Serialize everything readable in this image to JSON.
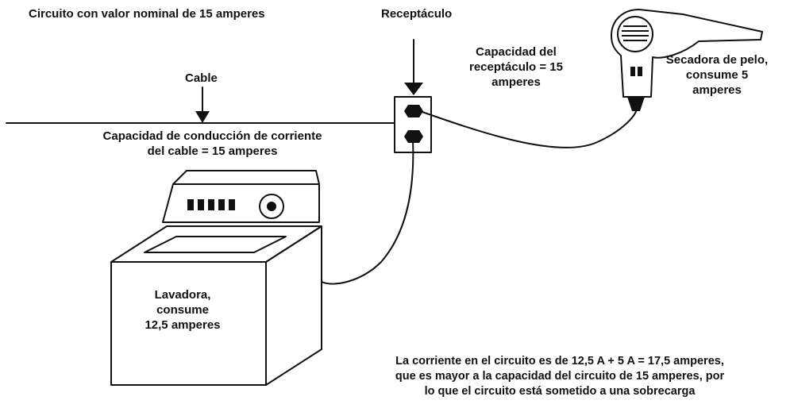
{
  "labels": {
    "circuit_rating": "Circuito con valor nominal de 15 amperes",
    "receptacle": "Receptáculo",
    "receptacle_capacity": [
      "Capacidad del",
      "receptáculo = 15",
      "amperes"
    ],
    "hair_dryer": [
      "Secadora de pelo,",
      "consume 5",
      "amperes"
    ],
    "cable": "Cable",
    "cable_capacity": [
      "Capacidad de conducción de corriente",
      "del cable = 15 amperes"
    ],
    "washer": [
      "Lavadora,",
      "consume",
      "12,5 amperes"
    ],
    "conclusion": [
      "La corriente en el circuito es de 12,5 A + 5 A = 17,5 amperes,",
      "que es mayor a la capacidad del circuito de 15 amperes, por",
      "lo que el circuito está sometido a una sobrecarga"
    ]
  },
  "colors": {
    "ink": "#111111",
    "background": "#ffffff"
  }
}
